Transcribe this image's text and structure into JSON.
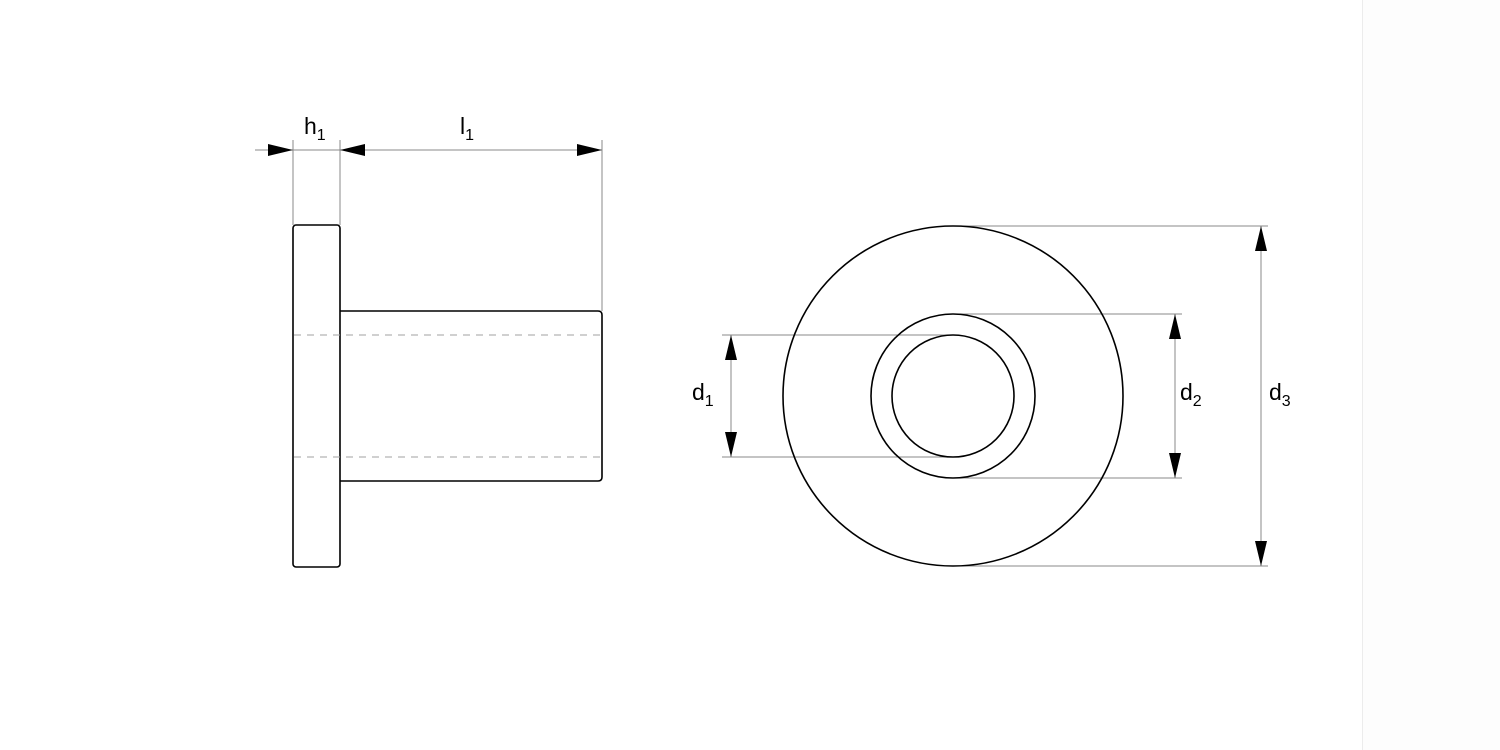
{
  "drawing": {
    "title": "Flanged bushing dimension drawing",
    "views": [
      "side-view",
      "end-view"
    ],
    "colors": {
      "outline": "#000000",
      "dimension": "#8a8a8a",
      "hidden": "#a0a0a0",
      "background": "#ffffff"
    }
  },
  "dimensions": {
    "h1": {
      "base": "h",
      "sub": "1"
    },
    "l1": {
      "base": "l",
      "sub": "1"
    },
    "d1": {
      "base": "d",
      "sub": "1"
    },
    "d2": {
      "base": "d",
      "sub": "2"
    },
    "d3": {
      "base": "d",
      "sub": "3"
    }
  }
}
